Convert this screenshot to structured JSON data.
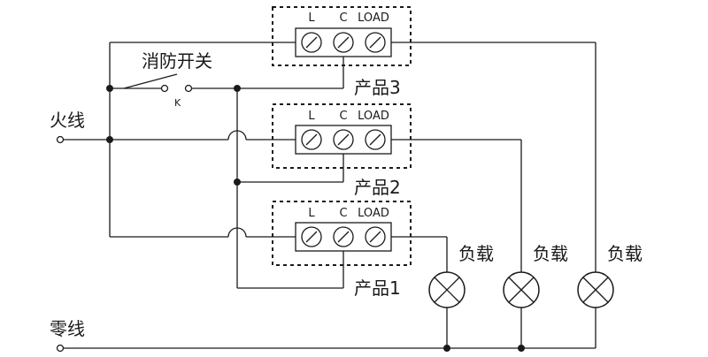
{
  "diagram": {
    "live_label": "火线",
    "neutral_label": "零线",
    "switch_label": "消防开关",
    "switch_contact": "K",
    "products": [
      {
        "name": "产品3",
        "terminals": [
          "L",
          "C",
          "LOAD"
        ]
      },
      {
        "name": "产品2",
        "terminals": [
          "L",
          "C",
          "LOAD"
        ]
      },
      {
        "name": "产品1",
        "terminals": [
          "L",
          "C",
          "LOAD"
        ]
      }
    ],
    "loads": [
      "负载",
      "负载",
      "负载"
    ]
  }
}
